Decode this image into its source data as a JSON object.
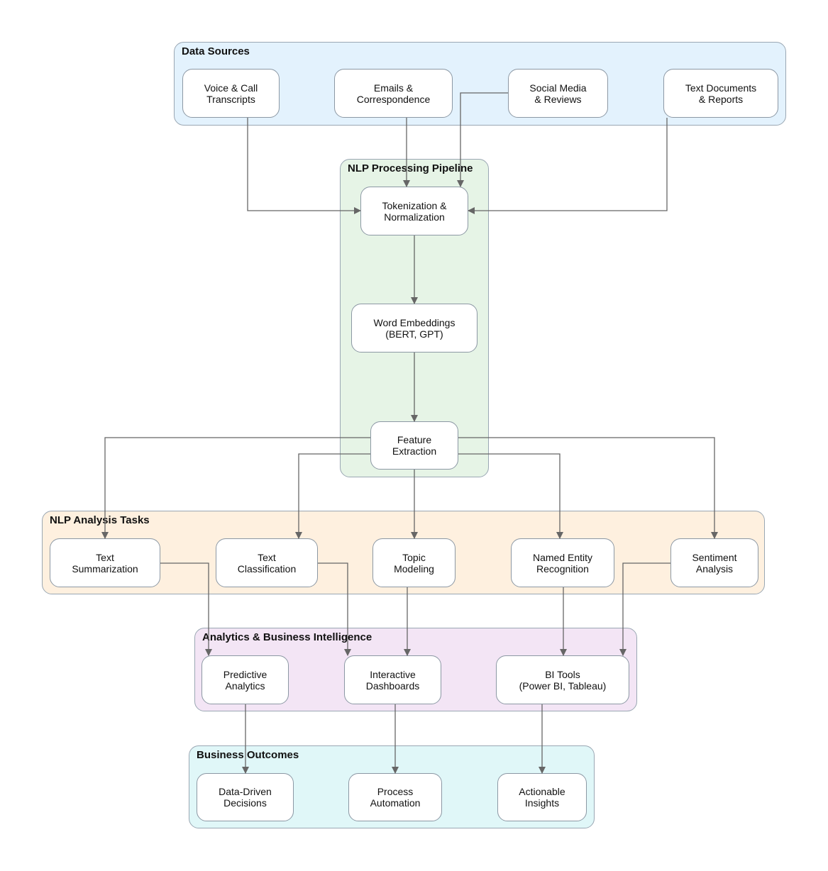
{
  "colors": {
    "data_sources_bg": "#e3f2fd",
    "nlp_pipeline_bg": "#e6f4e6",
    "nlp_tasks_bg": "#fef0df",
    "analytics_bg": "#f3e5f5",
    "outcomes_bg": "#e0f7f8",
    "node_bg": "#ffffff",
    "edge": "#666666"
  },
  "groups": {
    "data_sources": "Data Sources",
    "nlp_pipeline": "NLP Processing Pipeline",
    "nlp_tasks": "NLP Analysis Tasks",
    "analytics": "Analytics & Business Intelligence",
    "outcomes": "Business Outcomes"
  },
  "nodes": {
    "voice": "Voice & Call\nTranscripts",
    "emails": "Emails &\nCorrespondence",
    "social": "Social Media\n& Reviews",
    "textdocs": "Text Documents\n& Reports",
    "tokenization": "Tokenization &\nNormalization",
    "embeddings": "Word Embeddings\n(BERT, GPT)",
    "feature": "Feature\nExtraction",
    "summarization": "Text\nSummarization",
    "classification": "Text\nClassification",
    "topic": "Topic\nModeling",
    "ner": "Named Entity\nRecognition",
    "sentiment": "Sentiment\nAnalysis",
    "predictive": "Predictive\nAnalytics",
    "dashboards": "Interactive\nDashboards",
    "bitools": "BI Tools\n(Power BI, Tableau)",
    "decisions": "Data-Driven\nDecisions",
    "automation": "Process\nAutomation",
    "insights": "Actionable\nInsights"
  },
  "edges": [
    {
      "from": "voice",
      "to": "tokenization"
    },
    {
      "from": "emails",
      "to": "tokenization"
    },
    {
      "from": "social",
      "to": "tokenization"
    },
    {
      "from": "textdocs",
      "to": "tokenization"
    },
    {
      "from": "tokenization",
      "to": "embeddings"
    },
    {
      "from": "embeddings",
      "to": "feature"
    },
    {
      "from": "feature",
      "to": "summarization"
    },
    {
      "from": "feature",
      "to": "classification"
    },
    {
      "from": "feature",
      "to": "topic"
    },
    {
      "from": "feature",
      "to": "ner"
    },
    {
      "from": "feature",
      "to": "sentiment"
    },
    {
      "from": "summarization",
      "to": "predictive"
    },
    {
      "from": "classification",
      "to": "dashboards"
    },
    {
      "from": "topic",
      "to": "dashboards"
    },
    {
      "from": "ner",
      "to": "bitools"
    },
    {
      "from": "sentiment",
      "to": "bitools"
    },
    {
      "from": "predictive",
      "to": "decisions"
    },
    {
      "from": "dashboards",
      "to": "automation"
    },
    {
      "from": "bitools",
      "to": "insights"
    }
  ]
}
